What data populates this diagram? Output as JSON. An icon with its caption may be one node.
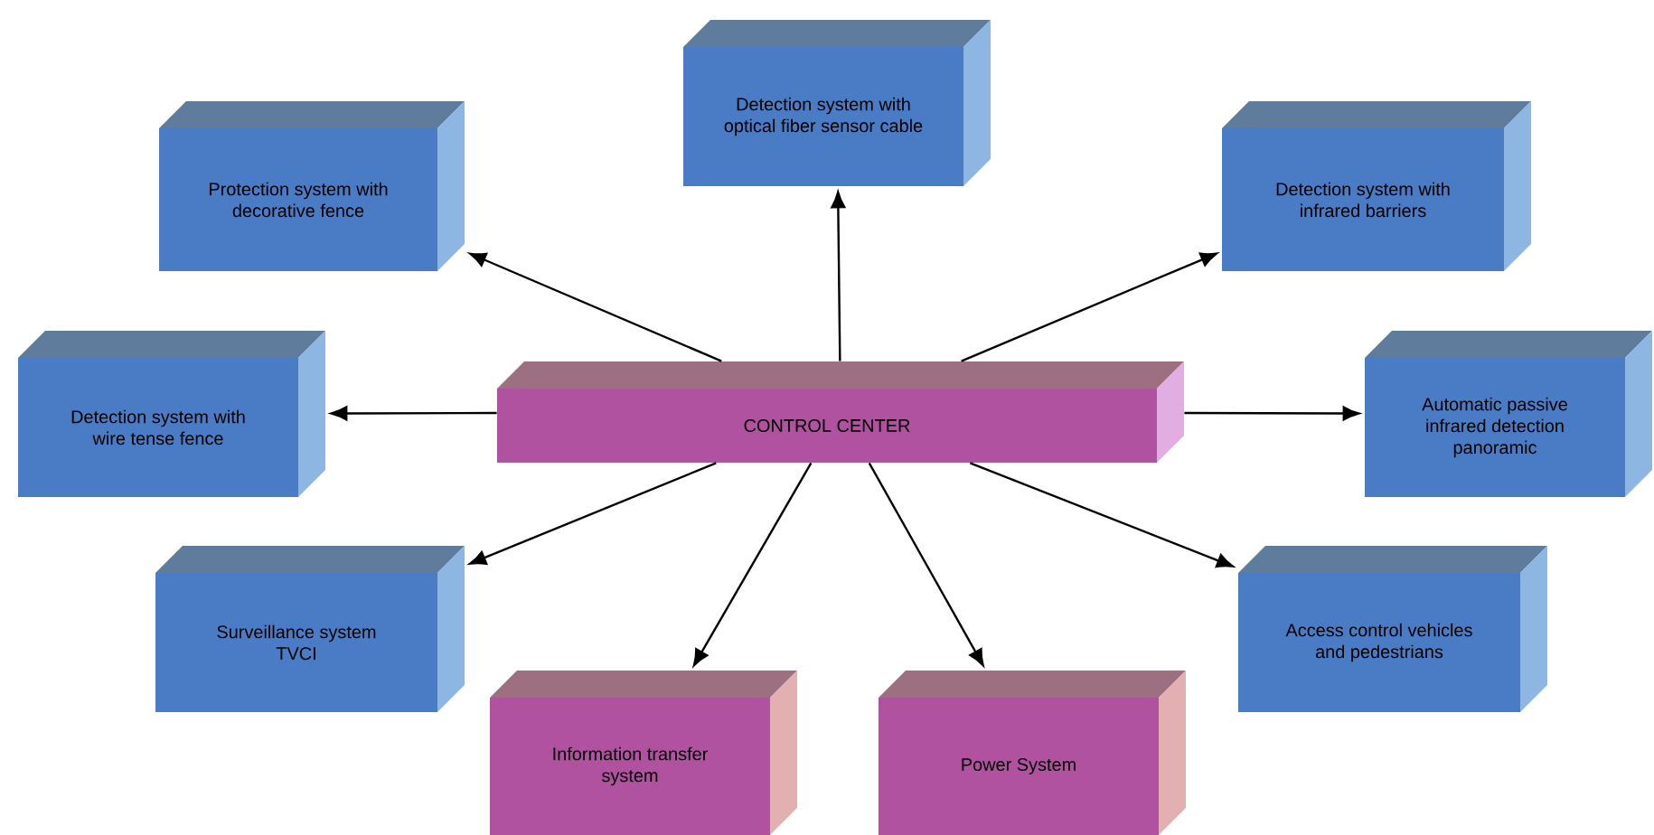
{
  "diagram": {
    "nodes": [
      {
        "text": [
          "CONTROL CENTER"
        ]
      },
      {
        "text": [
          "Detection system with optical fiber sensor cable"
        ]
      },
      {
        "text": [
          "Protection system with decorative fence"
        ]
      },
      {
        "text": [
          "Detection system with infrared barriers"
        ]
      },
      {
        "text": [
          "Detection system with wire tense fence"
        ]
      },
      {
        "text": [
          "Automatic passive infrared detection panoramic"
        ]
      },
      {
        "text": [
          "Surveillance system TVCI"
        ]
      },
      {
        "text": [
          "Access control vehicles and pedestrians"
        ]
      },
      {
        "text": [
          "Information transfer system"
        ]
      },
      {
        "text": [
          "Power System"
        ]
      }
    ],
    "edges": [
      {
        "from": 0,
        "to": 1,
        "arrow": "to"
      },
      {
        "from": 0,
        "to": 2,
        "arrow": "to"
      },
      {
        "from": 0,
        "to": 3,
        "arrow": "to"
      },
      {
        "from": 0,
        "to": 4,
        "arrow": "to"
      },
      {
        "from": 0,
        "to": 5,
        "arrow": "to"
      },
      {
        "from": 0,
        "to": 6,
        "arrow": "to"
      },
      {
        "from": 0,
        "to": 7,
        "arrow": "to"
      },
      {
        "from": 0,
        "to": 8,
        "arrow": "to"
      },
      {
        "from": 0,
        "to": 9,
        "arrow": "to"
      }
    ]
  }
}
